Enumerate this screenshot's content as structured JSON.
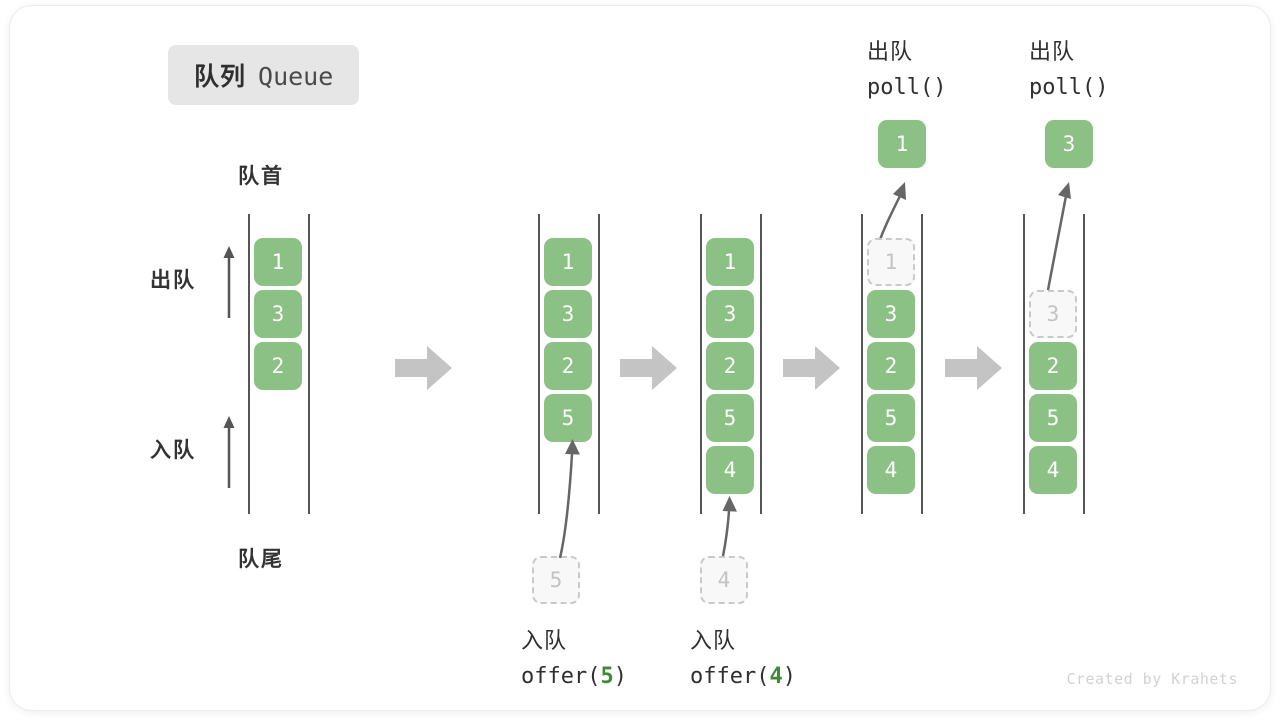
{
  "title": {
    "cn": "队列",
    "en": "Queue"
  },
  "captions": {
    "head": "队首",
    "tail": "队尾"
  },
  "side_labels": {
    "dequeue": "出队",
    "enqueue": "入队"
  },
  "watermark": "Created by Krahets",
  "colors": {
    "item_fill": "#8cc185",
    "item_text": "#ffffff",
    "ghost_fill": "#f8f8f8",
    "ghost_border": "#c9c9c9",
    "ghost_text": "#c3c3c3",
    "rail": "#555555",
    "step_arrow": "#c4c4c4",
    "curve_arrow": "#666666",
    "accent_green": "#3d8b37",
    "badge_bg": "#e6e6e6",
    "text_dark": "#2f2f2f"
  },
  "columns": [
    {
      "id": "initial",
      "slots": [
        {
          "value": "1",
          "state": "filled"
        },
        {
          "value": "3",
          "state": "filled"
        },
        {
          "value": "2",
          "state": "filled"
        }
      ],
      "top_label": null,
      "bottom_label": null,
      "popped": null,
      "pending": null
    },
    {
      "id": "after-offer-5",
      "slots": [
        {
          "value": "1",
          "state": "filled"
        },
        {
          "value": "3",
          "state": "filled"
        },
        {
          "value": "2",
          "state": "filled"
        },
        {
          "value": "5",
          "state": "filled"
        }
      ],
      "top_label": null,
      "bottom_label": {
        "cn": "入队",
        "code_prefix": "offer(",
        "arg": "5",
        "code_suffix": ")"
      },
      "popped": null,
      "pending": {
        "value": "5"
      }
    },
    {
      "id": "after-offer-4",
      "slots": [
        {
          "value": "1",
          "state": "filled"
        },
        {
          "value": "3",
          "state": "filled"
        },
        {
          "value": "2",
          "state": "filled"
        },
        {
          "value": "5",
          "state": "filled"
        },
        {
          "value": "4",
          "state": "filled"
        }
      ],
      "top_label": null,
      "bottom_label": {
        "cn": "入队",
        "code_prefix": "offer(",
        "arg": "4",
        "code_suffix": ")"
      },
      "popped": null,
      "pending": {
        "value": "4"
      }
    },
    {
      "id": "poll-1",
      "slots": [
        {
          "value": "1",
          "state": "ghost"
        },
        {
          "value": "3",
          "state": "filled"
        },
        {
          "value": "2",
          "state": "filled"
        },
        {
          "value": "5",
          "state": "filled"
        },
        {
          "value": "4",
          "state": "filled"
        }
      ],
      "top_label": {
        "cn": "出队",
        "code_prefix": "poll(",
        "arg": "",
        "code_suffix": ")"
      },
      "bottom_label": null,
      "popped": {
        "value": "1"
      },
      "pending": null
    },
    {
      "id": "poll-3",
      "slots": [
        {
          "value": "",
          "state": "empty"
        },
        {
          "value": "3",
          "state": "ghost"
        },
        {
          "value": "2",
          "state": "filled"
        },
        {
          "value": "5",
          "state": "filled"
        },
        {
          "value": "4",
          "state": "filled"
        }
      ],
      "top_label": {
        "cn": "出队",
        "code_prefix": "poll(",
        "arg": "",
        "code_suffix": ")"
      },
      "bottom_label": null,
      "popped": {
        "value": "3"
      },
      "pending": null
    }
  ]
}
